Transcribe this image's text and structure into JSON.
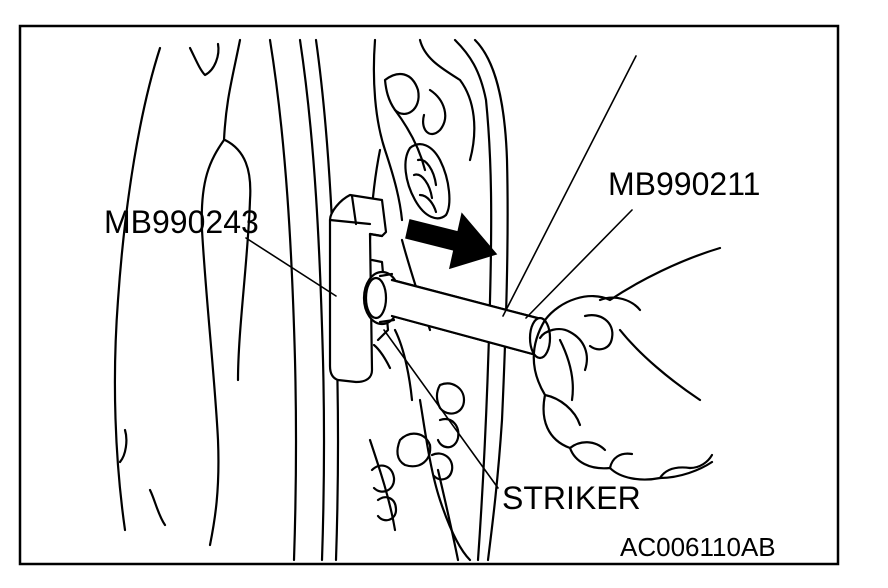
{
  "labels": {
    "tool_a": "MB990243",
    "tool_b": "MB990211",
    "striker": "STRIKER",
    "figure_code": "AC006110AB"
  },
  "colors": {
    "line": "#000000",
    "background": "#ffffff"
  },
  "icons": {
    "direction": "arrow-right-icon"
  }
}
